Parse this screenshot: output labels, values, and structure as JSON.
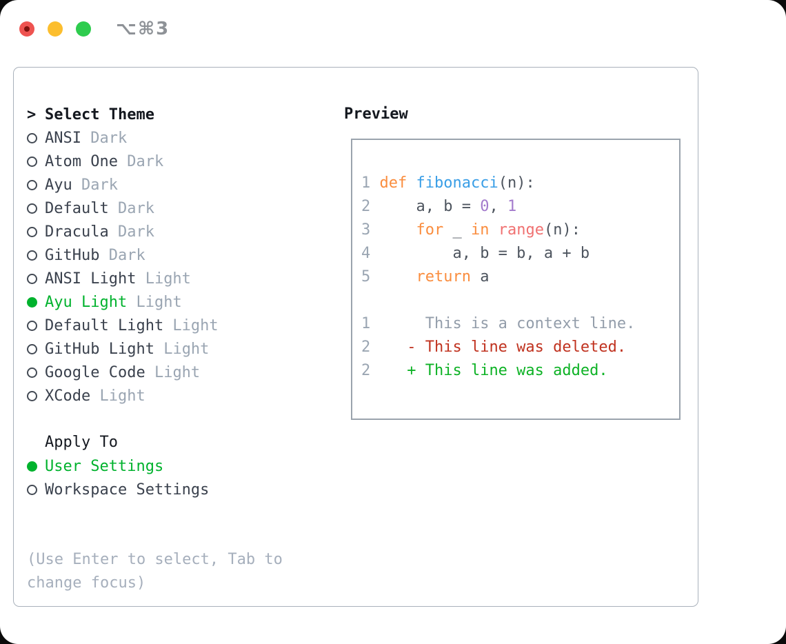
{
  "window": {
    "title": "⌥⌘3",
    "traffic_lights": [
      "close",
      "minimize",
      "zoom"
    ]
  },
  "theme_panel": {
    "prompt": ">",
    "title": "Select Theme",
    "items": [
      {
        "name": "ANSI",
        "variant": "Dark",
        "selected": false
      },
      {
        "name": "Atom One",
        "variant": "Dark",
        "selected": false
      },
      {
        "name": "Ayu",
        "variant": "Dark",
        "selected": false
      },
      {
        "name": "Default",
        "variant": "Dark",
        "selected": false
      },
      {
        "name": "Dracula",
        "variant": "Dark",
        "selected": false
      },
      {
        "name": "GitHub",
        "variant": "Dark",
        "selected": false
      },
      {
        "name": "ANSI Light",
        "variant": "Light",
        "selected": false
      },
      {
        "name": "Ayu Light",
        "variant": "Light",
        "selected": true
      },
      {
        "name": "Default Light",
        "variant": "Light",
        "selected": false
      },
      {
        "name": "GitHub Light",
        "variant": "Light",
        "selected": false
      },
      {
        "name": "Google Code",
        "variant": "Light",
        "selected": false
      },
      {
        "name": "XCode",
        "variant": "Light",
        "selected": false
      }
    ],
    "apply_to": {
      "title": "Apply To",
      "options": [
        {
          "label": "User Settings",
          "selected": true
        },
        {
          "label": "Workspace Settings",
          "selected": false
        }
      ]
    },
    "hint": "(Use Enter to select, Tab to change focus)"
  },
  "preview": {
    "title": "Preview",
    "lines": [
      {
        "num": "1",
        "tokens": [
          {
            "t": "def",
            "c": "keyword"
          },
          {
            "t": " ",
            "c": "fg"
          },
          {
            "t": "fibonacci",
            "c": "func"
          },
          {
            "t": "(n):",
            "c": "fg"
          }
        ]
      },
      {
        "num": "2",
        "tokens": [
          {
            "t": "    a, b = ",
            "c": "fg"
          },
          {
            "t": "0",
            "c": "number"
          },
          {
            "t": ", ",
            "c": "fg"
          },
          {
            "t": "1",
            "c": "number"
          }
        ]
      },
      {
        "num": "3",
        "tokens": [
          {
            "t": "    ",
            "c": "fg"
          },
          {
            "t": "for",
            "c": "keyword"
          },
          {
            "t": " _ ",
            "c": "fg"
          },
          {
            "t": "in",
            "c": "keyword"
          },
          {
            "t": " ",
            "c": "fg"
          },
          {
            "t": "range",
            "c": "call"
          },
          {
            "t": "(n):",
            "c": "fg"
          }
        ]
      },
      {
        "num": "4",
        "tokens": [
          {
            "t": "        a, b = b, a + b",
            "c": "fg"
          }
        ]
      },
      {
        "num": "5",
        "tokens": [
          {
            "t": "    ",
            "c": "fg"
          },
          {
            "t": "return",
            "c": "keyword"
          },
          {
            "t": " a",
            "c": "fg"
          }
        ]
      },
      {
        "num": "",
        "tokens": []
      },
      {
        "num": "1",
        "tokens": [
          {
            "t": "     This is a context line.",
            "c": "context"
          }
        ]
      },
      {
        "num": "2",
        "tokens": [
          {
            "t": "   - This line was deleted.",
            "c": "deleted"
          }
        ]
      },
      {
        "num": "2",
        "tokens": [
          {
            "t": "   + This line was added.",
            "c": "added"
          }
        ]
      }
    ]
  },
  "colors": {
    "green": "#00b22d",
    "heading": "#14181f",
    "text": "#3a414d",
    "muted": "#9aa5b2",
    "hint": "#a6afbc",
    "keyword": "#fa8d3e",
    "func": "#399ee6",
    "number": "#a37acc",
    "call": "#f07171",
    "fg": "#4d545e",
    "linenum": "#9aa5b2",
    "context": "#939daa",
    "deleted": "#c0321f",
    "added": "#0db225",
    "border": "#a9b1bb",
    "box_border": "#9aa3ad",
    "titlebar_text": "#8e9297",
    "bullet_ring": "#434a54",
    "traffic_red": "#ee5350",
    "traffic_red_dot": "#7f120e",
    "traffic_yellow": "#fcbe2e",
    "traffic_green": "#2ecc4e"
  }
}
